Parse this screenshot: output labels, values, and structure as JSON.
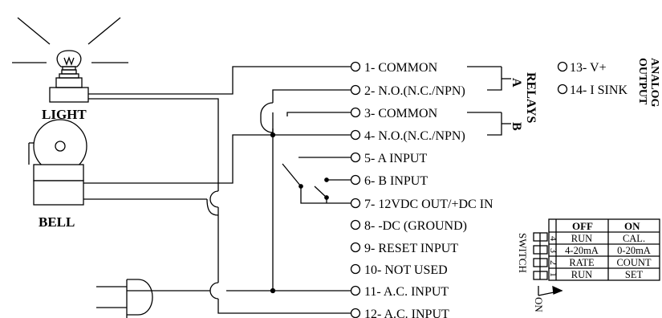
{
  "components": {
    "light": "LIGHT",
    "bell": "BELL"
  },
  "terminals": [
    {
      "num": "1",
      "label": "1- COMMON"
    },
    {
      "num": "2",
      "label": "2- N.O.(N.C./NPN)"
    },
    {
      "num": "3",
      "label": "3- COMMON"
    },
    {
      "num": "4",
      "label": "4- N.O.(N.C./NPN)"
    },
    {
      "num": "5",
      "label": "5- A INPUT"
    },
    {
      "num": "6",
      "label": "6- B INPUT"
    },
    {
      "num": "7",
      "label": "7- 12VDC OUT/+DC IN"
    },
    {
      "num": "8",
      "label": "8- -DC (GROUND)"
    },
    {
      "num": "9",
      "label": "9- RESET INPUT"
    },
    {
      "num": "10",
      "label": "10- NOT USED"
    },
    {
      "num": "11",
      "label": "11- A.C. INPUT"
    },
    {
      "num": "12",
      "label": "12- A.C. INPUT"
    }
  ],
  "relays": {
    "title": "RELAYS",
    "a": "A",
    "b": "B"
  },
  "analog": {
    "title_line1": "ANALOG",
    "title_line2": "OUTPUT",
    "t13": "13- V+",
    "t14": "14- I SINK"
  },
  "switch": {
    "title": "SWITCH",
    "on_label": "ON",
    "header": [
      "OFF",
      "ON"
    ],
    "rows": [
      {
        "num": "4",
        "off": "RUN",
        "on": "CAL."
      },
      {
        "num": "3",
        "off": "4-20mA",
        "on": "0-20mA"
      },
      {
        "num": "2",
        "off": "RATE",
        "on": "COUNT"
      },
      {
        "num": "1",
        "off": "RUN",
        "on": "SET"
      }
    ]
  }
}
